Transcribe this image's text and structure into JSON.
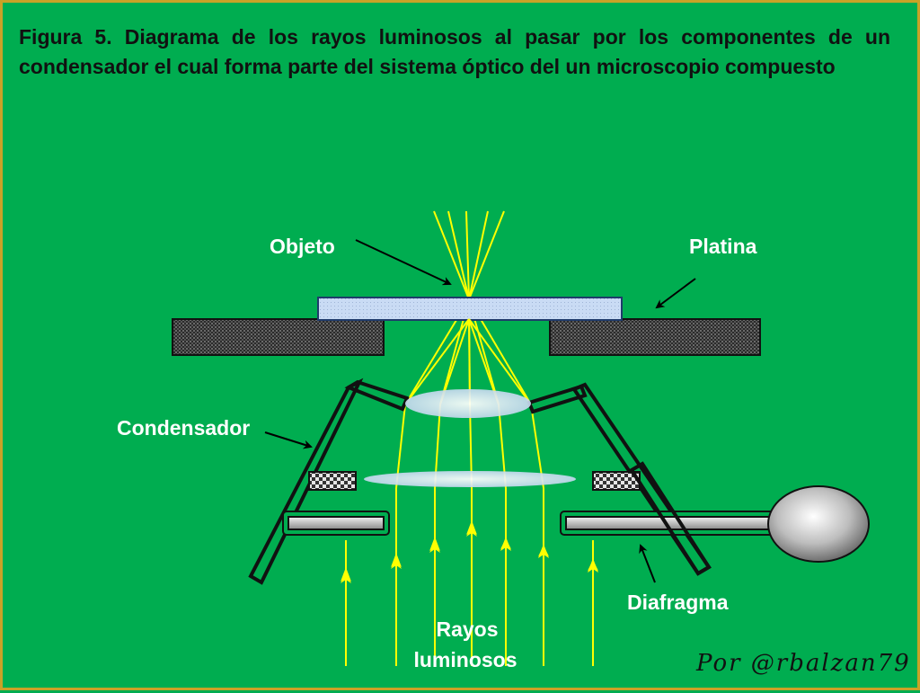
{
  "figure": {
    "caption": "Figura 5. Diagrama de los rayos luminosos al pasar por los componentes de un condensador el cual forma parte del sistema óptico del un microscopio compuesto"
  },
  "labels": {
    "objeto": "Objeto",
    "platina": "Platina",
    "condensador": "Condensador",
    "diafragma": "Diafragma",
    "rayos_line1": "Rayos",
    "rayos_line2": "luminosos"
  },
  "credit": "Por @rbalzan79",
  "colors": {
    "background": "#00ad50",
    "frame_border": "#c9a227",
    "light_rays": "#ffff00",
    "slide": "#c9dbf4",
    "stage": "#3a3a3a",
    "condenser_arms": "#111111",
    "lens": "#e8f2ff",
    "label_text": "#ffffff",
    "arrow": "#000000"
  }
}
